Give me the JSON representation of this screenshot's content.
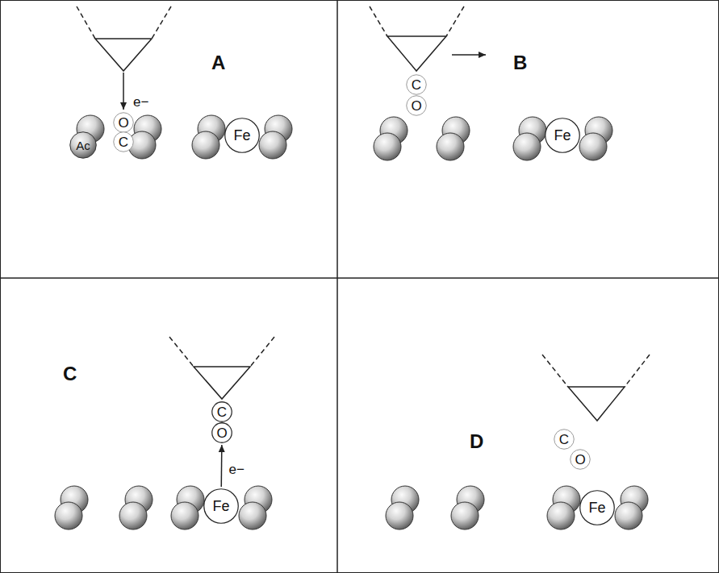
{
  "diagram": {
    "nodes": [
      {
        "text": [
          "O"
        ]
      },
      {
        "text": [
          "C"
        ]
      },
      {
        "text": [
          "Ac"
        ]
      },
      {
        "text": [
          "Fe"
        ]
      },
      {
        "text": [
          "C"
        ]
      },
      {
        "text": [
          "O"
        ]
      },
      {
        "text": [
          "Fe"
        ]
      },
      {
        "text": [
          "C"
        ]
      },
      {
        "text": [
          "O"
        ]
      },
      {
        "text": [
          "Fe"
        ]
      },
      {
        "text": [
          "C"
        ]
      },
      {
        "text": [
          "O"
        ]
      },
      {
        "text": [
          "Fe"
        ]
      }
    ],
    "edges": [
      {
        "from": 9,
        "to": 8,
        "arrow": "to",
        "label": "e−"
      }
    ],
    "labels": [
      "A",
      "e−",
      "B",
      "C",
      "D"
    ]
  }
}
